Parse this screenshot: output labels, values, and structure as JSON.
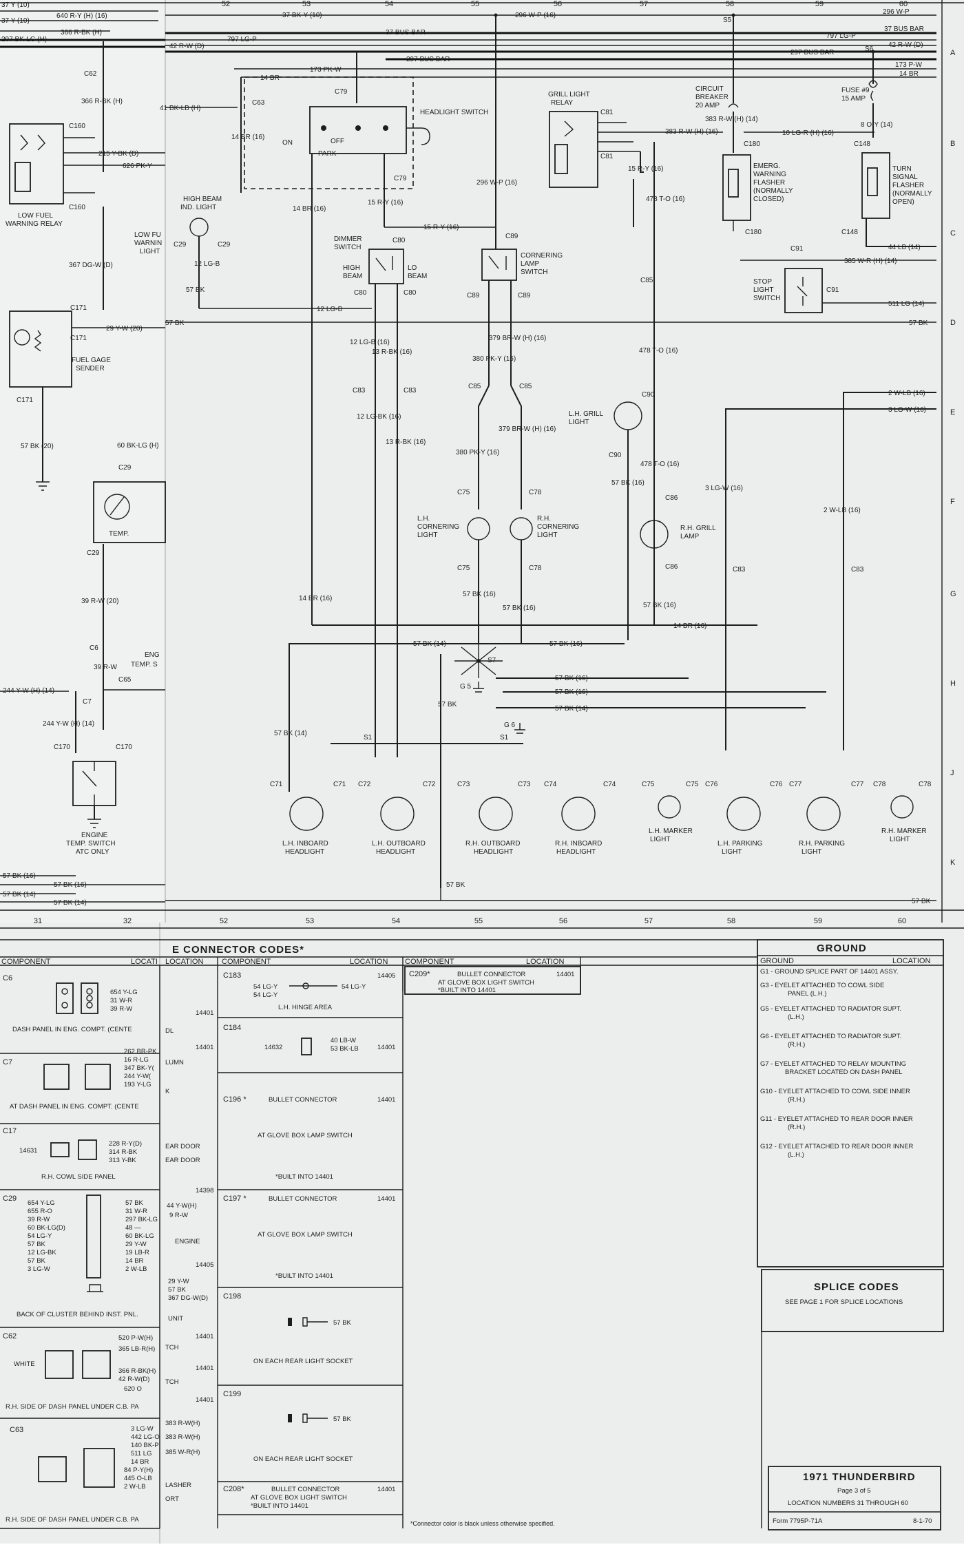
{
  "grid": {
    "top": [
      "52",
      "53",
      "54",
      "55",
      "56",
      "57",
      "58",
      "59",
      "60"
    ],
    "bottom": [
      "31",
      "32",
      "52",
      "53",
      "54",
      "55",
      "56",
      "57",
      "58",
      "59",
      "60"
    ],
    "rows": [
      "A",
      "B",
      "C",
      "D",
      "E",
      "F",
      "G",
      "H",
      "J",
      "K"
    ]
  },
  "header_left_wires": [
    "37 Y (10)",
    "640 R-Y (H) (16)",
    "37 Y (10)",
    "366 R-BK (H)",
    "297 BK-LG (H)"
  ],
  "top_wires": {
    "w1": "37 BK-Y (10)",
    "w2": "37 BUS BAR",
    "w3": "797 LG-P",
    "w4": "297 BUS BAR",
    "w5": "42 R-W (D)",
    "w6": "173 PK-W",
    "w7": "14 BR",
    "w8": "296 W-P (16)",
    "r1": "296 W-P",
    "r2": "37 BUS BAR",
    "r3": "797 LG-P",
    "r4": "297 BUS BAR",
    "r5": "42 R-W (D)",
    "r6": "173 P-W",
    "r7": "14 BR",
    "s5": "S5",
    "s6": "S6"
  },
  "components": {
    "headlight_switch": "HEADLIGHT SWITCH",
    "on": "ON",
    "off": "OFF",
    "park": "PARK",
    "low_fuel_relay": [
      "LOW FUEL",
      "WARNING RELAY"
    ],
    "low_fuel_light": [
      "LOW FU",
      "WARNIN",
      "LIGHT"
    ],
    "high_beam_light": [
      "HIGH BEAM",
      "IND. LIGHT"
    ],
    "dimmer_switch": [
      "DIMMER",
      "SWITCH"
    ],
    "high_beam": [
      "HIGH",
      "BEAM"
    ],
    "lo_beam": [
      "LO",
      "BEAM"
    ],
    "grill_light_relay": [
      "GRILL LIGHT",
      "RELAY"
    ],
    "cornering_lamp_switch": [
      "CORNERING",
      "LAMP",
      "SWITCH"
    ],
    "circuit_breaker": [
      "CIRCUIT",
      "BREAKER",
      "20 AMP"
    ],
    "fuse": [
      "FUSE #9",
      "15 AMP"
    ],
    "emerg_flasher": [
      "EMERG.",
      "WARNING",
      "FLASHER",
      "(NORMALLY",
      "CLOSED)"
    ],
    "turn_flasher": [
      "TURN",
      "SIGNAL",
      "FLASHER",
      "(NORMALLY",
      "OPEN)"
    ],
    "stop_light_switch": [
      "STOP",
      "LIGHT",
      "SWITCH"
    ],
    "fuel_gage_sender": [
      "FUEL GAGE",
      "SENDER"
    ],
    "temp": "TEMP.",
    "engine_temp": [
      "ENG",
      "TEMP. S"
    ],
    "engine_temp_switch": [
      "ENGINE",
      "TEMP. SWITCH",
      "ATC ONLY"
    ],
    "lh_grill_light": [
      "L.H. GRILL",
      "LIGHT"
    ],
    "rh_grill_lamp": [
      "R.H. GRILL",
      "LAMP"
    ],
    "lh_cornering": [
      "L.H.",
      "CORNERING",
      "LIGHT"
    ],
    "rh_cornering": [
      "R.H.",
      "CORNERING",
      "LIGHT"
    ],
    "lh_inboard": [
      "L.H. INBOARD",
      "HEADLIGHT"
    ],
    "lh_outboard": [
      "L.H. OUTBOARD",
      "HEADLIGHT"
    ],
    "rh_outboard": [
      "R.H. OUTBOARD",
      "HEADLIGHT"
    ],
    "rh_inboard": [
      "R.H. INBOARD",
      "HEADLIGHT"
    ],
    "lh_marker": [
      "L.H. MARKER",
      "LIGHT"
    ],
    "lh_parking": [
      "L.H. PARKING",
      "LIGHT"
    ],
    "rh_parking": [
      "R.H. PARKING",
      "LIGHT"
    ],
    "rh_marker": [
      "R.H. MARKER",
      "LIGHT"
    ]
  },
  "wire_labels": [
    "366 R-BK (H)",
    "215 Y-BK (D)",
    "626 PK-Y",
    "41 BK-LB (H)",
    "14 BR (16)",
    "14 BR (16)",
    "15 R-Y (16)",
    "15 R-Y (16)",
    "12 LG-B",
    "57 BK",
    "12 LG-B",
    "367 DG-W (D)",
    "29 Y-W (20)",
    "57 BK",
    "57 BK (20)",
    "60 BK-LG (H)",
    "39 R-W (20)",
    "39 R-W",
    "244 Y-W (H) (14)",
    "244 Y-W (H) (14)",
    "57 BK (16)",
    "57 BK (14)",
    "57 BK (16)",
    "57 BK (14)",
    "12 LG-B (16)",
    "13 R-BK (16)",
    "12 LG-BK (16)",
    "13 R-BK (16)",
    "380 PK-Y (16)",
    "379 BR-W (H) (16)",
    "379 BR-W (H) (16)",
    "380 PK-Y (16)",
    "383 R-W (H) (14)",
    "383 R-W (H) (16)",
    "10 LG-R (H) (16)",
    "8 O-Y (14)",
    "44 LB (14)",
    "385 W-R (H) (14)",
    "511 LG (14)",
    "57 BK",
    "478 T-O (16)",
    "478 T-O (16)",
    "478 T-O (16)",
    "2 W-LB (16)",
    "3 LG-W (16)",
    "3 LG-W (16)",
    "2 W-LB (16)",
    "14 BR (16)",
    "57 BK (16)",
    "57 BK (16)",
    "57 BK (16)",
    "57 BK (14)",
    "57 BK (14)",
    "57 BK"
  ],
  "connectors": [
    "C62",
    "C160",
    "C160",
    "C171",
    "C171",
    "C171",
    "C29",
    "C29",
    "C6",
    "C7",
    "C65",
    "C170",
    "C170",
    "C63",
    "C79",
    "C79",
    "C80",
    "C80",
    "C80",
    "C80",
    "C83",
    "C83",
    "C89",
    "C89",
    "C89",
    "C85",
    "C85",
    "C81",
    "C81",
    "C90",
    "C90",
    "C75",
    "C75",
    "C78",
    "C78",
    "C86",
    "C86",
    "C180",
    "C180",
    "C148",
    "C148",
    "C91",
    "C91",
    "C83",
    "C83",
    "C71",
    "C71",
    "C72",
    "C72",
    "C73",
    "C73",
    "C74",
    "C74",
    "C75",
    "C75",
    "C76",
    "C76",
    "C77",
    "C77",
    "C78",
    "C78"
  ],
  "splices": [
    "S7",
    "S1",
    "S1",
    "G 5",
    "G 6"
  ],
  "bottom_wires": [
    "57 BK (16)",
    "57 BK (16)",
    "57 BK (14)",
    "57 BK (14)",
    "57 BK",
    "57 BK"
  ],
  "connector_codes": {
    "title": "E CONNECTOR CODES*",
    "col_headers": [
      "COMPONENT",
      "LOCATI",
      "LOCATION",
      "COMPONENT",
      "LOCATION",
      "COMPONENT",
      "LOCATION"
    ],
    "left": [
      {
        "code": "C6",
        "wires": [
          "654 Y-LG",
          "31 W-R",
          "39 R-W"
        ],
        "location": "DASH PANEL IN ENG. COMPT. (CENTE"
      },
      {
        "code": "C7",
        "wires": [
          "262 BR-PK",
          "16 R-LG",
          "347 BK-Y(",
          "244 Y-W(",
          "193 Y-LG"
        ],
        "location": "AT DASH PANEL IN ENG. COMPT. (CENTE"
      },
      {
        "code": "C17",
        "num": "14631",
        "wires": [
          "228 R-Y(D)",
          "314 R-BK",
          "313 Y-BK"
        ],
        "location": "R.H. COWL SIDE PANEL"
      },
      {
        "code": "C29",
        "wires_l": [
          "654 Y-LG",
          "655 R-O",
          "39 R-W",
          "60 BK-LG(D)",
          "54 LG-Y",
          "57 BK",
          "12 LG-BK",
          "57 BK",
          "3 LG-W"
        ],
        "wires_r": [
          "57 BK",
          "31 W-R",
          "297 BK-LG",
          "48 —",
          "60 BK-LG",
          "29 Y-W",
          "19 LB-R",
          "14 BR",
          "2 W-LB"
        ],
        "location": "BACK OF CLUSTER BEHIND INST. PNL."
      },
      {
        "code": "C62",
        "extra": "WHITE",
        "wires": [
          "520 P-W(H)",
          "365 LB-R(H)",
          "366 R-BK(H)",
          "42 R-W(D)",
          "620 O"
        ],
        "location": "R.H. SIDE OF DASH PANEL UNDER C.B. PA"
      },
      {
        "code": "C63",
        "wires": [
          "3 LG-W",
          "442 LG-O",
          "140 BK-P",
          "511 LG",
          "14 BR",
          "84 P-Y(H)",
          "445 O-LB",
          "2 W-LB"
        ],
        "location": "R.H. SIDE OF DASH PANEL UNDER C.B. PA"
      }
    ],
    "mid_partial": [
      "DL",
      "14401",
      "LUMN",
      "K",
      "14401",
      "EAR DOOR",
      "EAR DOOR",
      "14398",
      "44 Y-W(H)",
      "9 R-W",
      "ENGINE",
      "14405",
      "29 Y-W",
      "57 BK",
      "367 DG-W(D)",
      "UNIT",
      "14401",
      "TCH",
      "14401",
      "TCH",
      "14401",
      "383 R-W(H)",
      "383 R-W(H)",
      "385 W-R(H)",
      "LASHER",
      "ORT"
    ],
    "mid": [
      {
        "code": "C183",
        "loc": "14405",
        "wires": [
          "54 LG-Y",
          "54 LG-Y",
          "54 LG-Y"
        ],
        "desc": "L.H. HINGE AREA"
      },
      {
        "code": "C184",
        "loc": "14401",
        "num": "14632",
        "wires": [
          "40 LB-W",
          "53 BK-LB"
        ]
      },
      {
        "code": "C196 *",
        "loc": "14401",
        "t1": "BULLET CONNECTOR",
        "t2": "AT GLOVE BOX LAMP SWITCH",
        "t3": "*BUILT INTO 14401"
      },
      {
        "code": "C197 *",
        "loc": "14401",
        "t1": "BULLET CONNECTOR",
        "t2": "AT GLOVE BOX LAMP SWITCH",
        "t3": "*BUILT INTO 14401"
      },
      {
        "code": "C198",
        "wire": "57 BK",
        "desc": "ON EACH REAR LIGHT SOCKET"
      },
      {
        "code": "C199",
        "wire": "57 BK",
        "desc": "ON EACH REAR LIGHT SOCKET"
      },
      {
        "code": "C208*",
        "loc": "14401",
        "t1": "BULLET CONNECTOR",
        "t2": "AT GLOVE BOX LIGHT SWITCH",
        "t3": "*BUILT INTO 14401"
      }
    ],
    "c209": {
      "code": "C209*",
      "loc": "14401",
      "t1": "BULLET CONNECTOR",
      "t2": "AT GLOVE BOX LIGHT SWITCH",
      "t3": "*BUILT INTO 14401"
    },
    "footnote": "*Connector color is black unless otherwise specified."
  },
  "ground": {
    "title": "GROUND",
    "col_headers": [
      "GROUND",
      "LOCATION"
    ],
    "items": [
      [
        "G1 - GROUND SPLICE PART OF 14401 ASSY."
      ],
      [
        "G3 - EYELET ATTACHED TO COWL SIDE",
        "PANEL (L.H.)"
      ],
      [
        "G5 - EYELET ATTACHED TO RADIATOR SUPT.",
        "(L.H.)"
      ],
      [
        "G6 - EYELET ATTACHED TO RADIATOR SUPT.",
        "(R.H.)"
      ],
      [
        "G7 - EYELET ATTACHED TO RELAY MOUNTING",
        "BRACKET LOCATED ON DASH PANEL"
      ],
      [
        "G10 - EYELET ATTACHED TO COWL SIDE INNER",
        "(R.H.)"
      ],
      [
        "G11 - EYELET ATTACHED TO REAR DOOR INNER",
        "(R.H.)"
      ],
      [
        "G12 - EYELET ATTACHED TO REAR DOOR INNER",
        "(L.H.)"
      ]
    ]
  },
  "splice_codes": {
    "title": "SPLICE CODES",
    "note": "SEE PAGE 1 FOR SPLICE LOCATIONS"
  },
  "title_block": {
    "title": "1971 THUNDERBIRD",
    "page": "Page 3 of 5",
    "locations": "LOCATION NUMBERS 31 THROUGH 60",
    "form": "Form 7795P-71A",
    "date": "8-1-70"
  }
}
